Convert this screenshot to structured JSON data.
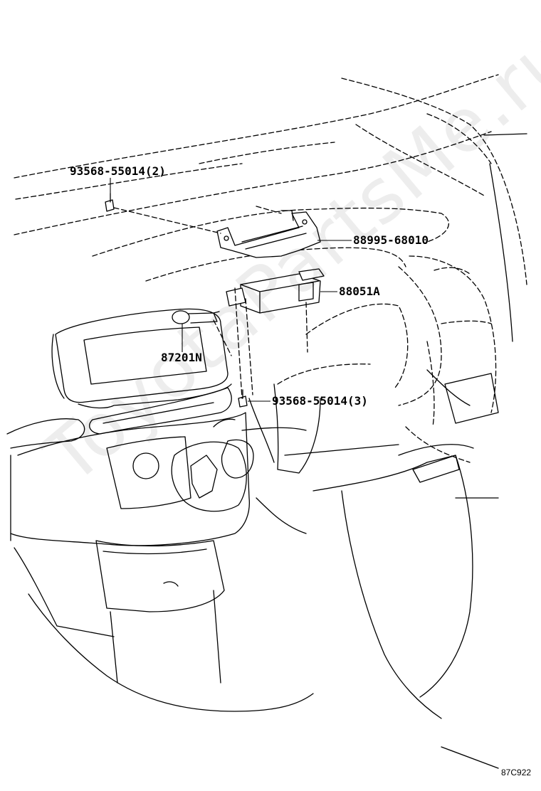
{
  "parts": {
    "bolt_upper": "93568-55014(2)",
    "bracket": "88995-68010",
    "module": "88051A",
    "connector": "87201N",
    "bolt_lower": "93568-55014(3)"
  },
  "figure_ref": "87C922",
  "watermark": "ToyotaPartsMe.ru",
  "colors": {
    "line": "#000000",
    "background": "#ffffff"
  }
}
